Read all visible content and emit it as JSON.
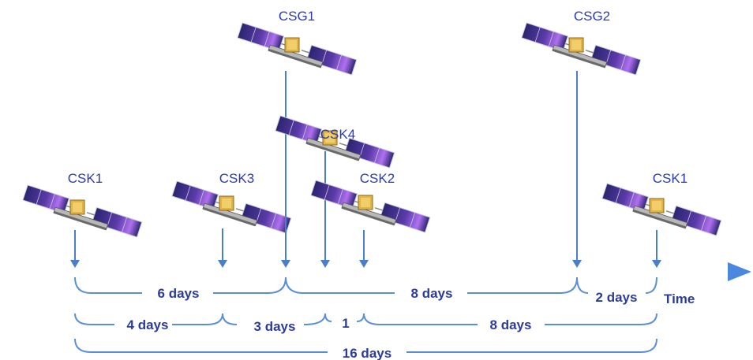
{
  "satellites": [
    {
      "id": "csk1_a",
      "label": "CSK1"
    },
    {
      "id": "csk3",
      "label": "CSK3"
    },
    {
      "id": "csg1",
      "label": "CSG1"
    },
    {
      "id": "csk4",
      "label": "CSK4"
    },
    {
      "id": "csk2",
      "label": "CSK2"
    },
    {
      "id": "csg2",
      "label": "CSG2"
    },
    {
      "id": "csk1_b",
      "label": "CSK1"
    }
  ],
  "axis": {
    "label": "Time"
  },
  "spans": {
    "row1": [
      "6 days",
      "8 days",
      "2 days"
    ],
    "row2": [
      "4 days",
      "3 days",
      "1",
      "8 days"
    ],
    "row3": [
      "16 days"
    ]
  },
  "colors": {
    "label": "#2b3cb0",
    "axis": "#3a7bd5",
    "brace": "#5b8fd4",
    "panel": "#3a2f8f",
    "panel_glow": "#9a5ce0",
    "body": "#e0b040"
  }
}
